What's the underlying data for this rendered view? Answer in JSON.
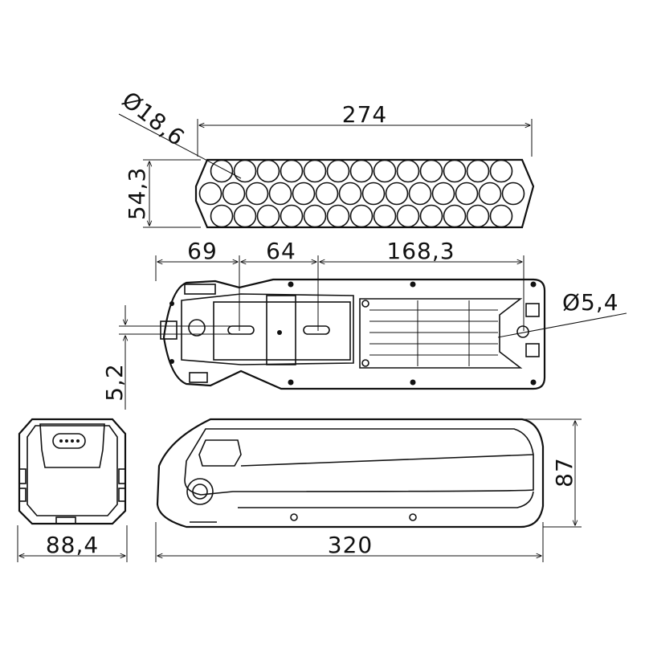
{
  "drawing": {
    "top_view": {
      "dim_length": "274",
      "dim_height": "54,3",
      "dim_cell_diameter": "Ø18,6"
    },
    "plan_view": {
      "dim_a": "69",
      "dim_b": "64",
      "dim_c": "168,3",
      "dim_hole": "Ø5,4",
      "dim_offset": "5,2"
    },
    "end_view": {
      "dim_width": "88,4"
    },
    "side_view": {
      "dim_length": "320",
      "dim_height": "87"
    }
  },
  "colors": {
    "line": "#111111",
    "background": "#ffffff"
  }
}
